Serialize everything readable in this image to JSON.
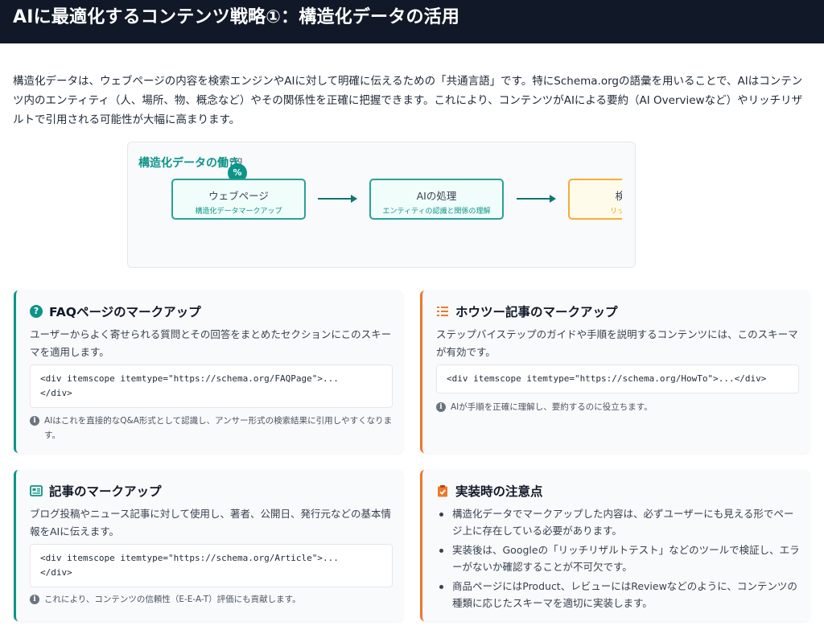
{
  "header": {
    "title": "AIに最適化するコンテンツ戦略①：構造化データの活用"
  },
  "intro": "構造化データは、ウェブページの内容を検索エンジンやAIに対して明確に伝えるための「共通言語」です。特にSchema.orgの語彙を用いることで、AIはコンテンツ内のエンティティ（人、場所、物、概念など）やその関係性を正確に把握できます。これにより、コンテンツがAIによる要約（AI Overviewなど）やリッチリザルトで引用される可能性が大幅に高まります。",
  "diagram": {
    "title": "構造化データの働き",
    "ghost_label": "org",
    "badge": "%",
    "nodes": [
      {
        "title": "ウェブページ",
        "sub": "構造化データマークアップ"
      },
      {
        "title": "AIの処理",
        "sub": "エンティティの認識と関係の理解"
      },
      {
        "title": "検索結果",
        "sub": "リッチリザルト"
      }
    ]
  },
  "cards": {
    "faq": {
      "title": "FAQページのマークアップ",
      "icon": "question-circle-icon",
      "desc": "ユーザーからよく寄せられる質問とその回答をまとめたセクションにこのスキーマを適用します。",
      "code": "<div itemscope itemtype=\"https://schema.org/FAQPage\">...\n</div>",
      "note": "AIはこれを直接的なQ&A形式として認識し、アンサー形式の検索結果に引用しやすくなります。"
    },
    "howto": {
      "title": "ホウツー記事のマークアップ",
      "icon": "ordered-list-icon",
      "desc": "ステップバイステップのガイドや手順を説明するコンテンツには、このスキーマが有効です。",
      "code": "<div itemscope itemtype=\"https://schema.org/HowTo\">...</div>",
      "note": "AIが手順を正確に理解し、要約するのに役立ちます。"
    },
    "article": {
      "title": "記事のマークアップ",
      "icon": "newspaper-icon",
      "desc": "ブログ投稿やニュース記事に対して使用し、著者、公開日、発行元などの基本情報をAIに伝えます。",
      "code": "<div itemscope itemtype=\"https://schema.org/Article\">...\n</div>",
      "note": "これにより、コンテンツの信頼性（E-E-A-T）評価にも貢献します。"
    },
    "caution": {
      "title": "実装時の注意点",
      "icon": "clipboard-check-icon",
      "items": [
        "構造化データでマークアップした内容は、必ずユーザーにも見える形でページ上に存在している必要があります。",
        "実装後は、Googleの「リッチリザルトテスト」などのツールで検証し、エラーがないか確認することが不可欠です。",
        "商品ページにはProduct、レビューにはReviewなどのように、コンテンツの種類に応じたスキーマを適切に実装します。"
      ]
    }
  },
  "colors": {
    "teal": "#0d9488",
    "orange": "#ea7a2f",
    "header_bg": "#111827"
  }
}
